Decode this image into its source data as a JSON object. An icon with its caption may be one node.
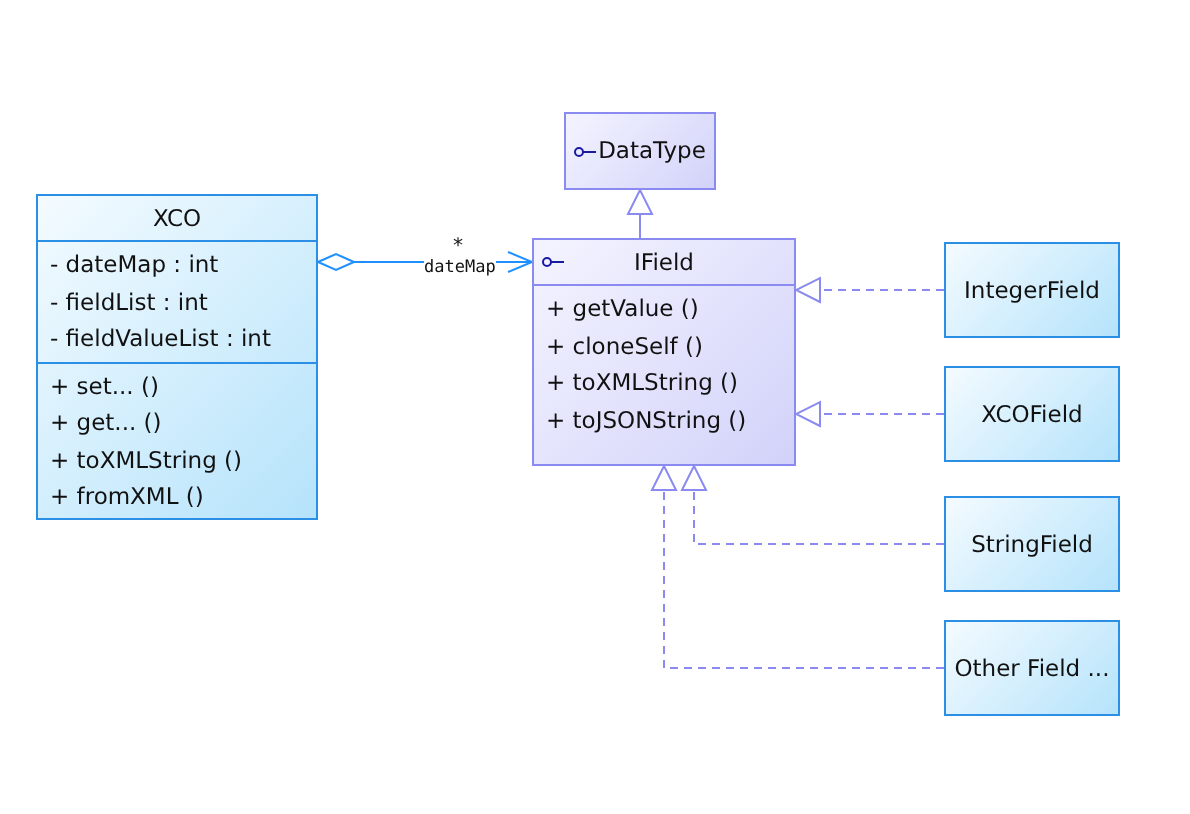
{
  "diagram": {
    "nodes": [
      {
        "text": [
          "DataType"
        ]
      },
      {
        "text": [
          "XCO",
          "- dateMap : int",
          "- fieldList : int",
          "- fieldValueList : int",
          "+ set... ()",
          "+ get... ()",
          "+ toXMLString ()",
          "+ fromXML ()"
        ]
      },
      {
        "text": [
          "IField",
          "+ getValue ()",
          "+ cloneSelf ()",
          "+ toXMLString ()",
          "+ toJSONString ()"
        ]
      },
      {
        "text": [
          "IntegerField"
        ]
      },
      {
        "text": [
          "XCOField"
        ]
      },
      {
        "text": [
          "StringField"
        ]
      },
      {
        "text": [
          "Other Field ..."
        ]
      }
    ],
    "edges": [
      {
        "from": 1,
        "to": 2,
        "arrow": "to",
        "label": "dateMap",
        "color": "#1e90ff"
      },
      {
        "from": 2,
        "to": 0,
        "arrow": "to"
      },
      {
        "from": 3,
        "to": 2,
        "arrow": "to",
        "style": "dashed"
      },
      {
        "from": 4,
        "to": 2,
        "arrow": "to",
        "style": "dashed"
      },
      {
        "from": 5,
        "to": 2,
        "arrow": "to",
        "style": "dashed"
      },
      {
        "from": 6,
        "to": 2,
        "arrow": "to",
        "style": "dashed"
      }
    ],
    "labels": [
      "*"
    ]
  }
}
